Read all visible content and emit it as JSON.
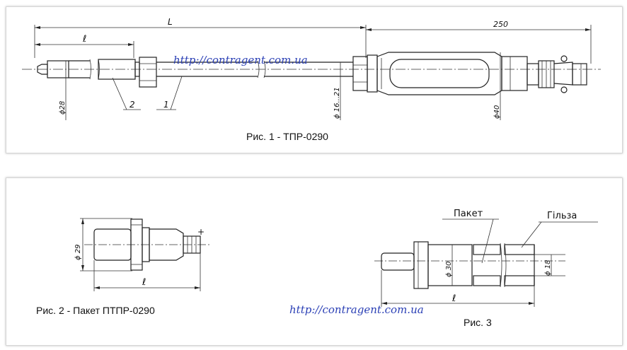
{
  "figure1": {
    "caption": "Рис. 1 - ТПР-0290",
    "dim_L": "L",
    "dim_l": "ℓ",
    "dim_250": "250",
    "dim_phi28": "ϕ28",
    "dim_phi16_21": "ϕ 16...21",
    "dim_phi40": "ϕ40",
    "callout_1": "1",
    "callout_2": "2",
    "watermark": "http://contragent.com.ua"
  },
  "figure2": {
    "caption": "Рис. 2 - Пакет ПТПР-0290",
    "dim_phi29": "ϕ 29",
    "dim_l": "ℓ",
    "plus_mark": "+"
  },
  "figure3": {
    "caption": "Рис. 3",
    "label_paket": "Пакет",
    "label_gilza": "Гільза",
    "dim_phi30": "ϕ 30",
    "dim_phi18": "ϕ 18",
    "dim_l": "ℓ",
    "watermark": "http://contragent.com.ua"
  }
}
